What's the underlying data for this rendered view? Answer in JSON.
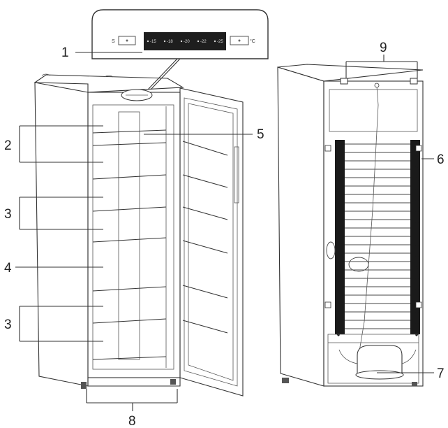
{
  "callouts": {
    "c1": "1",
    "c2": "2",
    "c3a": "3",
    "c3b": "3",
    "c4": "4",
    "c5": "5",
    "c6": "6",
    "c7": "7",
    "c8": "8",
    "c9": "9"
  },
  "control_panel": {
    "left_label": "S",
    "right_label": "°C",
    "buttons": [
      "-15",
      "-18",
      "-20",
      "-22",
      "-25"
    ]
  },
  "colors": {
    "line": "#333333",
    "condenser": "#1a1a1a",
    "panel_display": "#1e1e1e",
    "background": "#ffffff"
  }
}
